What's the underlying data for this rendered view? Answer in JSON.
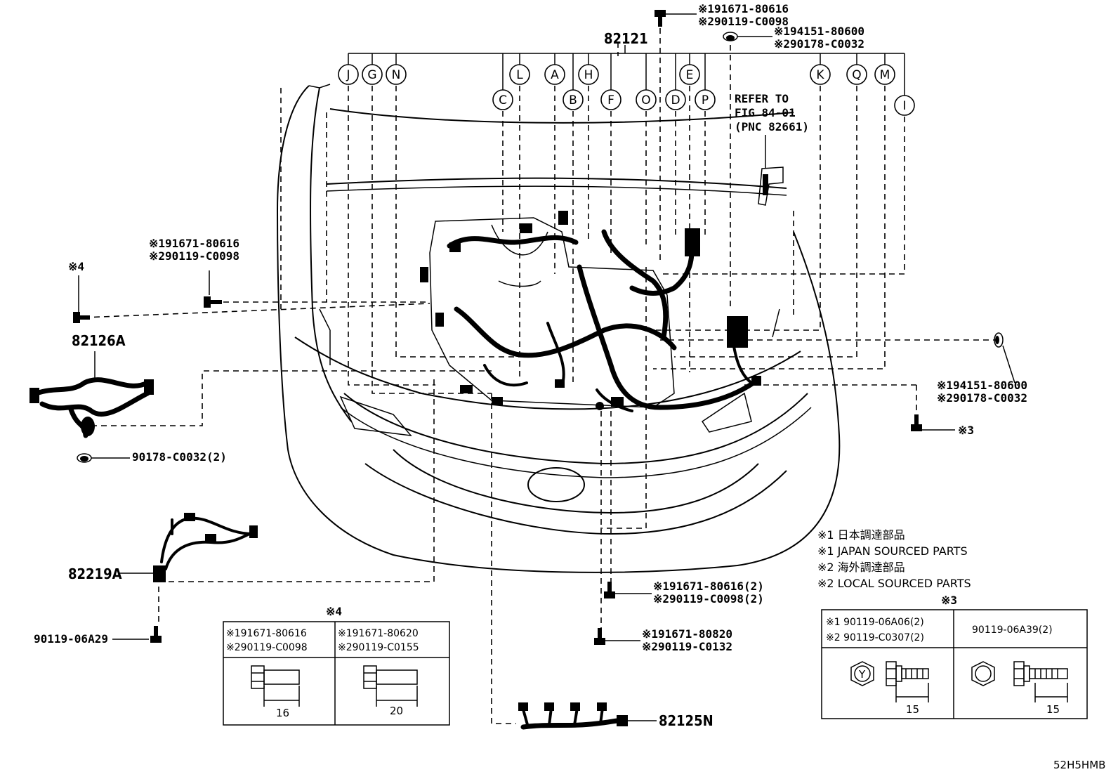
{
  "main_pnc": "82121",
  "callouts": [
    "J",
    "G",
    "N",
    "C",
    "L",
    "A",
    "B",
    "H",
    "F",
    "O",
    "D",
    "E",
    "P",
    "K",
    "Q",
    "M",
    "I"
  ],
  "refer": {
    "line1": "REFER TO",
    "line2": "FIG 84-01",
    "line3": "(PNC 82661)"
  },
  "top_bolt": {
    "l1": "※191671-80616",
    "l2": "※290119-C0098"
  },
  "top_nut": {
    "l1": "※194151-80600",
    "l2": "※290178-C0032"
  },
  "left_bolt": {
    "l1": "※191671-80616",
    "l2": "※290119-C0098"
  },
  "mark4": "※4",
  "pnc_82126A": "82126A",
  "nut_90178": "90178-C0032(2)",
  "right_nut": {
    "l1": "※194151-80600",
    "l2": "※290178-C0032"
  },
  "mark3": "※3",
  "pnc_82219A": "82219A",
  "bolt_06A29": "90119-06A29",
  "mid_bolt1": {
    "l1": "※191671-80616(2)",
    "l2": "※290119-C0098(2)"
  },
  "mid_bolt2": {
    "l1": "※191671-80820",
    "l2": "※290119-C0132"
  },
  "pnc_82125N": "82125N",
  "legend": {
    "l1": "※1 日本調達部品",
    "l2": "※1 JAPAN SOURCED PARTS",
    "l3": "※2 海外調達部品",
    "l4": "※2 LOCAL SOURCED PARTS"
  },
  "table4": {
    "title": "※4",
    "col1": {
      "l1": "※191671-80616",
      "l2": "※290119-C0098",
      "dim": "16"
    },
    "col2": {
      "l1": "※191671-80620",
      "l2": "※290119-C0155",
      "dim": "20"
    }
  },
  "table3": {
    "title": "※3",
    "col1": {
      "l1": "※1 90119-06A06(2)",
      "l2": "※2 90119-C0307(2)",
      "dim": "15",
      "mark": "Y"
    },
    "col2": {
      "l1": "90119-06A39(2)",
      "dim": "15"
    }
  },
  "code": "52H5HMB"
}
